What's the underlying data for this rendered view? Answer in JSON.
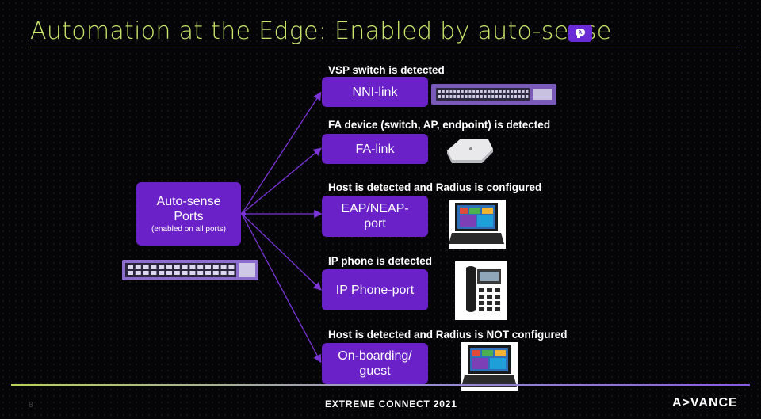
{
  "title": "Automation at the Edge:  Enabled by auto-sense",
  "source_box": {
    "line1": "Auto-sense",
    "line2": "Ports",
    "sub": "(enabled on all ports)"
  },
  "branches": [
    {
      "label": "VSP switch is detected",
      "box": "NNI-link",
      "device": "switch-device"
    },
    {
      "label": "FA device (switch, AP, endpoint) is detected",
      "box": "FA-link",
      "device": "access-point-device"
    },
    {
      "label": "Host is detected and Radius is configured",
      "box_line1": "EAP/NEAP-",
      "box_line2": "port",
      "device": "laptop-device"
    },
    {
      "label": "IP phone is detected",
      "box": "IP Phone-port",
      "device": "ip-phone-device"
    },
    {
      "label": "Host is detected and Radius is NOT configured",
      "box_line1": "On-boarding/",
      "box_line2": "guest",
      "device": "laptop-device"
    }
  ],
  "footer": {
    "event": "EXTREME CONNECT 2021",
    "brand": "A>VANCE",
    "page": "8"
  },
  "colors": {
    "accent_purple": "#6a21c8",
    "title_green": "#c9e56a",
    "background": "#050507"
  }
}
